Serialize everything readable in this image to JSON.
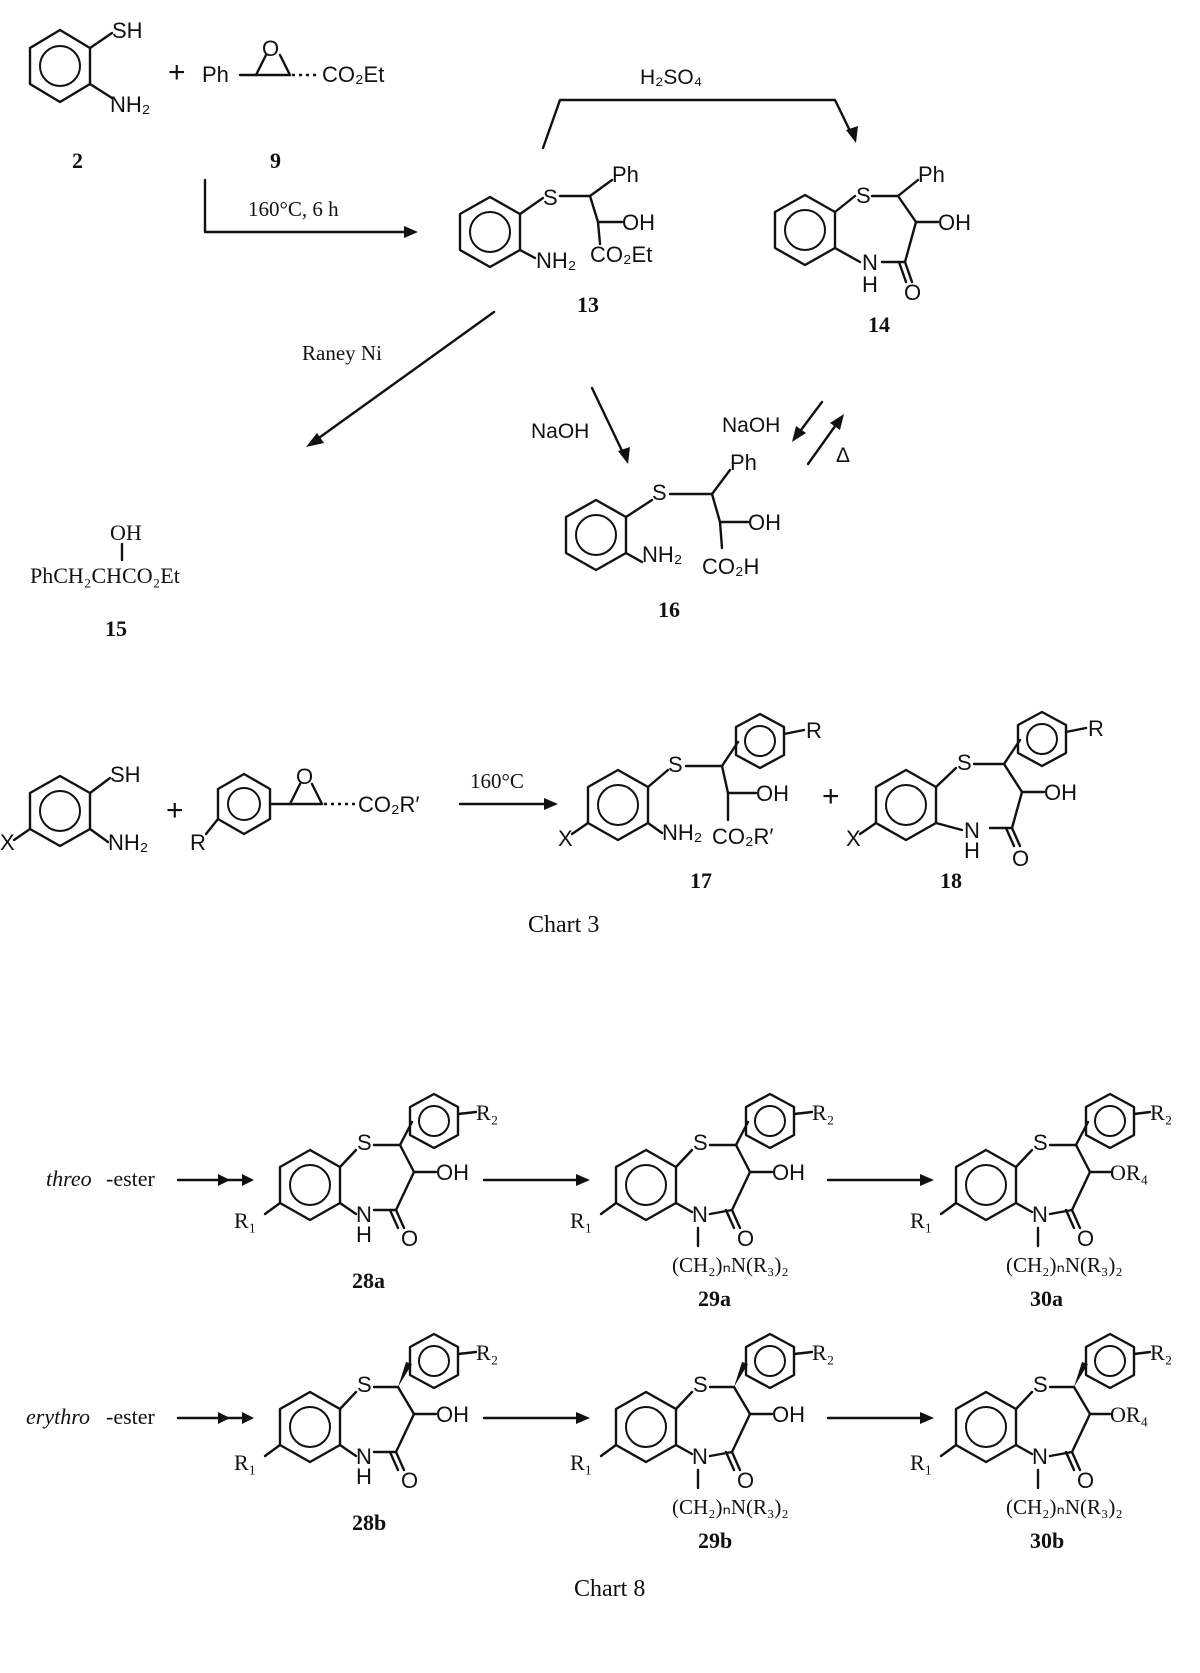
{
  "chart3": {
    "title": "Chart 3",
    "compound_labels": {
      "c2": "2",
      "c9": "9",
      "c13": "13",
      "c14": "14",
      "c15": "15",
      "c16": "16",
      "c17": "17",
      "c18": "18"
    },
    "reagents": {
      "h2so4": "H₂SO₄",
      "heat_6h": "160°C, 6 h",
      "raney": "Raney Ni",
      "naoh_1": "NaOH",
      "naoh_2": "NaOH",
      "delta": "Δ",
      "heat": "160°C"
    },
    "atoms": {
      "sh": "SH",
      "nh2": "NH₂",
      "s": "S",
      "ph": "Ph",
      "oh": "OH",
      "nh": "N",
      "h": "H",
      "o": "O",
      "o_epox": "O",
      "co2et": "CO₂Et",
      "co2h": "CO₂H",
      "co2r": "CO₂R′",
      "x": "X",
      "r": "R",
      "plus": "+",
      "ph_epox": "Ph",
      "c15_oh": "OH",
      "c15_formula": "PhCH₂CHCO₂Et"
    }
  },
  "chart8": {
    "title": "Chart 8",
    "threo": "threo",
    "erythro": "erythro",
    "ester_suffix": "-ester",
    "compound_labels": {
      "c28a": "28a",
      "c29a": "29a",
      "c30a": "30a",
      "c28b": "28b",
      "c29b": "29b",
      "c30b": "30b"
    },
    "atoms": {
      "r1": "R₁",
      "r2": "R₂",
      "r4o": "OR₄",
      "oh": "OH",
      "s": "S",
      "n": "N",
      "h": "H",
      "o": "O",
      "side_chain": "(CH₂)ₙN(R₃)₂"
    }
  }
}
